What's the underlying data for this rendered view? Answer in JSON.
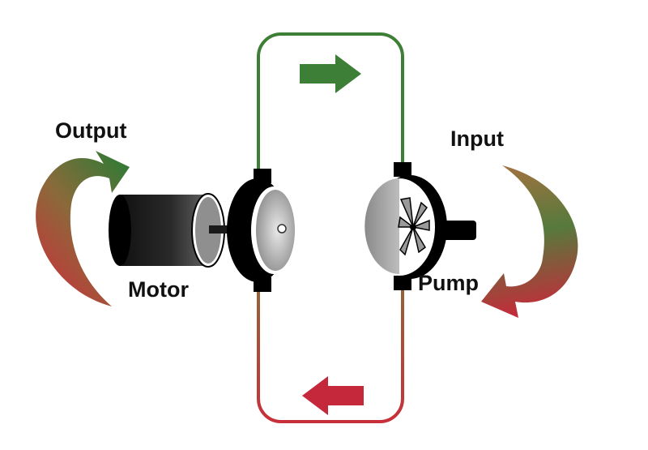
{
  "labels": {
    "output": "Output",
    "input": "Input",
    "motor": "Motor",
    "pump": "Pump"
  },
  "colors": {
    "green": "#3a7d3a",
    "red": "#c22a33",
    "dark": "#111111",
    "grey": "#8c8c8c"
  }
}
